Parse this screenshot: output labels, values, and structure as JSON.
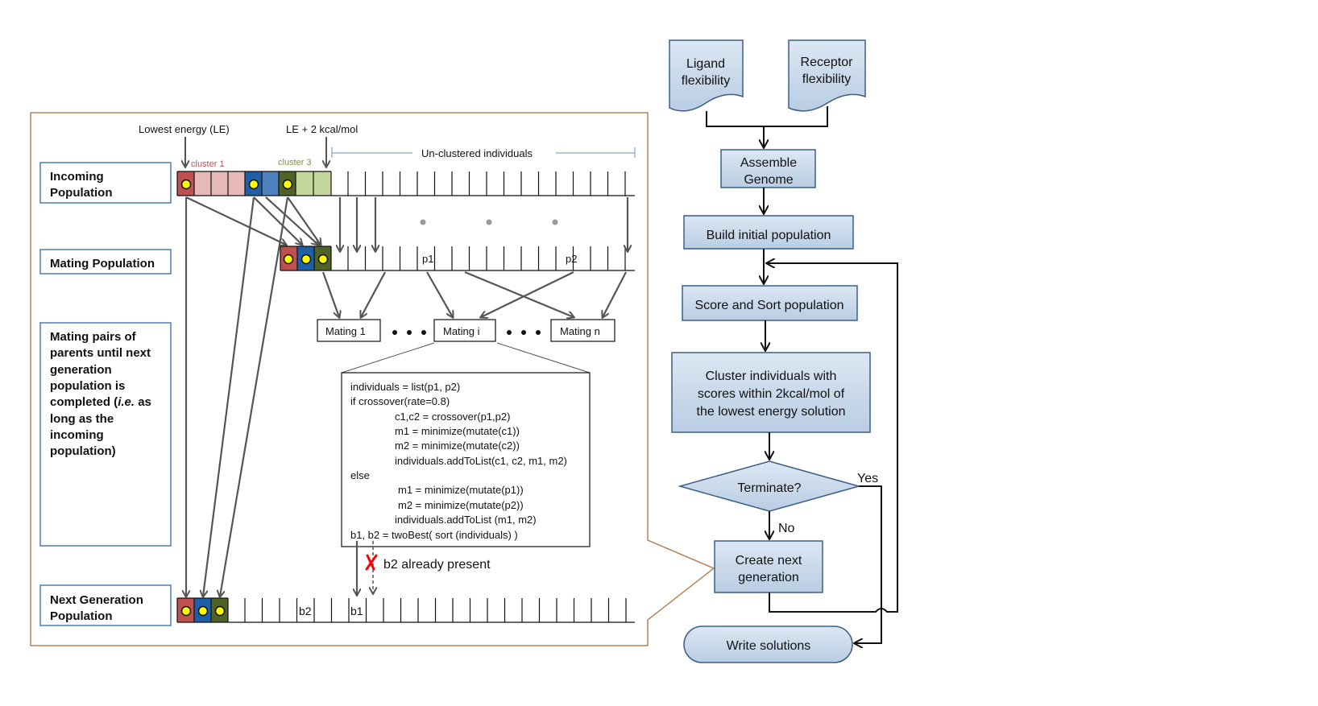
{
  "top_labels": {
    "lowest_energy": "Lowest energy (LE)",
    "le_plus_2": "LE + 2 kcal/mol",
    "unclustered": "Un-clustered individuals",
    "cluster1": "cluster 1",
    "cluster3": "cluster 3"
  },
  "side_labels": {
    "incoming_line1": "Incoming",
    "incoming_line2": "Population",
    "mating": "Mating Population",
    "pairs_lines": [
      "Mating pairs of",
      "parents until next",
      "generation",
      "population is",
      "completed (",
      "long as the",
      "incoming",
      "population)"
    ],
    "pairs_italic": "i.e.",
    "pairs_after_italic": " as",
    "next_line1": "Next Generation",
    "next_line2": "Population"
  },
  "row_labels": {
    "p1": "p1",
    "p2": "p2",
    "b1": "b1",
    "b2": "b2"
  },
  "matings": {
    "m1": "Mating 1",
    "mi": "Mating i",
    "mn": "Mating n"
  },
  "code_lines": [
    "individuals = list(p1, p2)",
    "if crossover(rate=0.8)",
    "c1,c2 = crossover(p1,p2)",
    "m1 = minimize(mutate(c1))",
    "m2 = minimize(mutate(c2))",
    "individuals.addToList(c1, c2, m1, m2)",
    "else",
    "m1 = minimize(mutate(p1))",
    "m2 = minimize(mutate(p2))",
    "individuals.addToList (m1, m2)",
    "b1, b2 = twoBest( sort (individuals) )"
  ],
  "rejection_note": "b2 already present",
  "flowchart": {
    "ligand_line1": "Ligand",
    "ligand_line2": "flexibility",
    "receptor_line1": "Receptor",
    "receptor_line2": "flexibility",
    "assemble_line1": "Assemble",
    "assemble_line2": "Genome",
    "build": "Build initial population",
    "score": "Score and Sort population",
    "cluster_line1": "Cluster individuals with",
    "cluster_line2": "scores within 2kcal/mol of",
    "cluster_line3": "the lowest energy solution",
    "terminate": "Terminate?",
    "yes": "Yes",
    "no": "No",
    "create_line1": "Create next",
    "create_line2": "generation",
    "write": "Write solutions"
  },
  "colors": {
    "cluster1": "#c0504d",
    "cluster1_light": "#e6b9b8",
    "cluster2": "#4f81bd",
    "cluster3": "#77933c",
    "cluster3_light": "#c3d69b",
    "marker": "#ffff00",
    "box_fill": "#c5d7ea",
    "box_border": "#3b5f85",
    "panel_border": "#b8845a",
    "label_box_border": "#4a7ebb",
    "arrow": "#555555",
    "reject": "#ff0000"
  }
}
